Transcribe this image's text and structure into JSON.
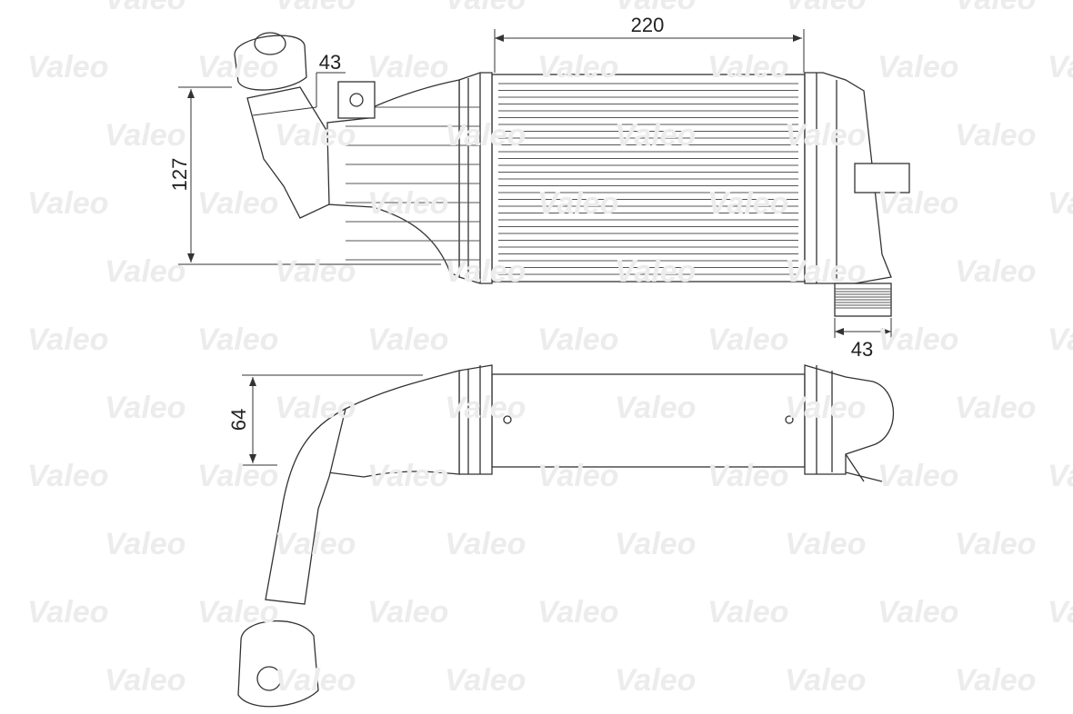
{
  "watermark": {
    "text": "Valeo"
  },
  "dimensions": {
    "core_width": "220",
    "inlet_offset": "43",
    "overall_height": "127",
    "outlet_width": "43",
    "core_depth": "64"
  }
}
